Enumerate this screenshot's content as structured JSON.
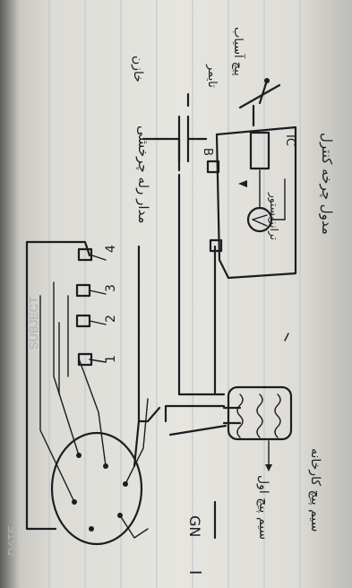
{
  "sheet": {
    "header_date": "DATE",
    "header_subject": "SUBJECT"
  },
  "labels": {
    "relay_circuit": "مدار رله چرخشی",
    "capacitor": "خازن",
    "timer_circuit": "مدول چرخه کنترل",
    "switch_cable": "پیچ آسیاب",
    "timer": "تایمر",
    "ic": "IC",
    "point_b": "B",
    "transistor": "ترانزیستور",
    "motor_windings": "سیم پیچ اول",
    "stator_label": "سیم پیچ کارخانه",
    "terminal_mark": "I",
    "gnd_label": "GN",
    "switch_numbers": [
      "1",
      "2",
      "3",
      "4"
    ]
  }
}
